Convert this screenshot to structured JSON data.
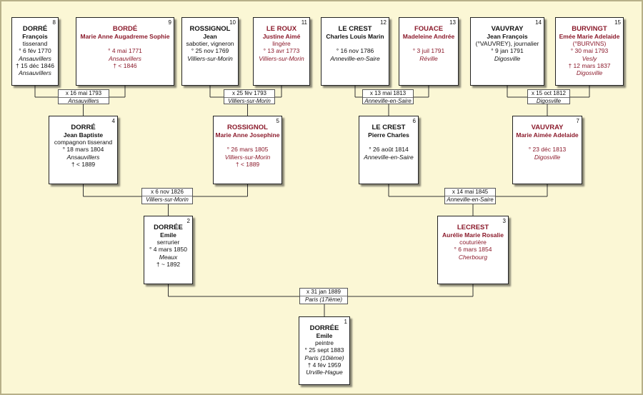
{
  "persons": [
    {
      "id": "p1",
      "num": "1",
      "surname": "DORRÉE",
      "given": "Emile",
      "red": false,
      "lines": [
        {
          "t": "peintre",
          "i": false
        },
        {
          "t": "° 25 sept 1883",
          "i": false
        },
        {
          "t": "Paris (10ième)",
          "i": true
        },
        {
          "t": "† 4 fév 1959",
          "i": false
        },
        {
          "t": "Urville-Hague",
          "i": true
        }
      ]
    },
    {
      "id": "p2",
      "num": "2",
      "surname": "DORRÉE",
      "given": "Emile",
      "red": false,
      "lines": [
        {
          "t": "serrurier",
          "i": false
        },
        {
          "t": "° 4 mars 1850",
          "i": false
        },
        {
          "t": "Meaux",
          "i": true
        },
        {
          "t": "† ~ 1892",
          "i": false
        }
      ]
    },
    {
      "id": "p3",
      "num": "3",
      "surname": "LECREST",
      "given": "Aurélie Marie Rosalie",
      "red": true,
      "lines": [
        {
          "t": "couturière",
          "i": false
        },
        {
          "t": "° 6 mars 1854",
          "i": false
        },
        {
          "t": "Cherbourg",
          "i": true
        }
      ]
    },
    {
      "id": "p4",
      "num": "4",
      "surname": "DORRÉ",
      "given": "Jean Baptiste",
      "red": false,
      "lines": [
        {
          "t": "compagnon tisserand",
          "i": false
        },
        {
          "t": "° 18 mars 1804",
          "i": false
        },
        {
          "t": "Ansauvillers",
          "i": true
        },
        {
          "t": "† < 1889",
          "i": false
        }
      ]
    },
    {
      "id": "p5",
      "num": "5",
      "surname": "ROSSIGNOL",
      "given": "Marie Anne Josephine",
      "red": true,
      "lines": [
        {
          "t": "",
          "i": false
        },
        {
          "t": "° 26 mars 1805",
          "i": false
        },
        {
          "t": "Villiers-sur-Morin",
          "i": true
        },
        {
          "t": "† < 1889",
          "i": false
        }
      ]
    },
    {
      "id": "p6",
      "num": "6",
      "surname": "LE CREST",
      "given": "Pierre Charles",
      "red": false,
      "lines": [
        {
          "t": "",
          "i": false
        },
        {
          "t": "° 26 août 1814",
          "i": false
        },
        {
          "t": "Anneville-en-Saire",
          "i": true
        }
      ]
    },
    {
      "id": "p7",
      "num": "7",
      "surname": "VAUVRAY",
      "given": "Marie Aimée Adelaide",
      "red": true,
      "lines": [
        {
          "t": "",
          "i": false
        },
        {
          "t": "° 23 déc 1813",
          "i": false
        },
        {
          "t": "Digosville",
          "i": true
        }
      ]
    },
    {
      "id": "p8",
      "num": "8",
      "surname": "DORRÉ",
      "given": "François",
      "red": false,
      "lines": [
        {
          "t": "tisserand",
          "i": false
        },
        {
          "t": "° 6 fév 1770",
          "i": false
        },
        {
          "t": "Ansauvillers",
          "i": true
        },
        {
          "t": "† 15 déc 1846",
          "i": false
        },
        {
          "t": "Ansauvillers",
          "i": true
        }
      ]
    },
    {
      "id": "p9",
      "num": "9",
      "surname": "BORDÉ",
      "given": "Marie Anne Augadreme Sophie",
      "red": true,
      "lines": [
        {
          "t": "",
          "i": false
        },
        {
          "t": "° 4 mai 1771",
          "i": false
        },
        {
          "t": "Ansauvillers",
          "i": true
        },
        {
          "t": "† < 1846",
          "i": false
        }
      ]
    },
    {
      "id": "p10",
      "num": "10",
      "surname": "ROSSIGNOL",
      "given": "Jean",
      "red": false,
      "lines": [
        {
          "t": "sabotier, vigneron",
          "i": false
        },
        {
          "t": "° 25 nov 1769",
          "i": false
        },
        {
          "t": "Villiers-sur-Morin",
          "i": true
        }
      ]
    },
    {
      "id": "p11",
      "num": "11",
      "surname": "LE ROUX",
      "given": "Justine Aimé",
      "red": true,
      "lines": [
        {
          "t": "lingère",
          "i": false
        },
        {
          "t": "° 13 avr 1773",
          "i": false
        },
        {
          "t": "Villiers-sur-Morin",
          "i": true
        }
      ]
    },
    {
      "id": "p12",
      "num": "12",
      "surname": "LE CREST",
      "given": "Charles Louis Marin",
      "red": false,
      "lines": [
        {
          "t": "",
          "i": false
        },
        {
          "t": "° 16 nov 1786",
          "i": false
        },
        {
          "t": "Anneville-en-Saire",
          "i": true
        }
      ]
    },
    {
      "id": "p13",
      "num": "13",
      "surname": "FOUACE",
      "given": "Madeleine Andrée",
      "red": true,
      "lines": [
        {
          "t": "",
          "i": false
        },
        {
          "t": "° 3 juil 1791",
          "i": false
        },
        {
          "t": "Réville",
          "i": true
        }
      ]
    },
    {
      "id": "p14",
      "num": "14",
      "surname": "VAUVRAY",
      "given": "Jean François",
      "red": false,
      "lines": [
        {
          "t": "(°VAUVREY), journalier",
          "i": false
        },
        {
          "t": "° 9 jan 1791",
          "i": false
        },
        {
          "t": "Digosville",
          "i": true
        }
      ]
    },
    {
      "id": "p15",
      "num": "15",
      "surname": "BURVINGT",
      "given": "Emée Marie  Adelaide",
      "red": true,
      "lines": [
        {
          "t": "(°BURVINS)",
          "i": false
        },
        {
          "t": "° 30 mai 1793",
          "i": false
        },
        {
          "t": "Vesly",
          "i": true
        },
        {
          "t": "† 12 mars 1837",
          "i": false
        },
        {
          "t": "Digosville",
          "i": true
        }
      ]
    }
  ],
  "marriages": [
    {
      "id": "m1",
      "date": "x 31 jan 1889",
      "place": "Paris (17ième)"
    },
    {
      "id": "m2",
      "date": "x 6 nov 1826",
      "place": "Villiers-sur-Morin"
    },
    {
      "id": "m3",
      "date": "x 14 mai 1845",
      "place": "Anneville-en-Saire"
    },
    {
      "id": "m4",
      "date": "x 16 mai 1793",
      "place": "Ansauvillers"
    },
    {
      "id": "m5",
      "date": "x 25 fév 1793",
      "place": "Villiers-sur-Morin"
    },
    {
      "id": "m6",
      "date": "x 13 mai 1813",
      "place": "Anneville-en-Saire"
    },
    {
      "id": "m7",
      "date": "x 15 oct 1812",
      "place": "Digosville"
    }
  ],
  "colors": {
    "background": "#fbf7d5",
    "female_text": "#8b1a2b",
    "line": "#333333"
  }
}
